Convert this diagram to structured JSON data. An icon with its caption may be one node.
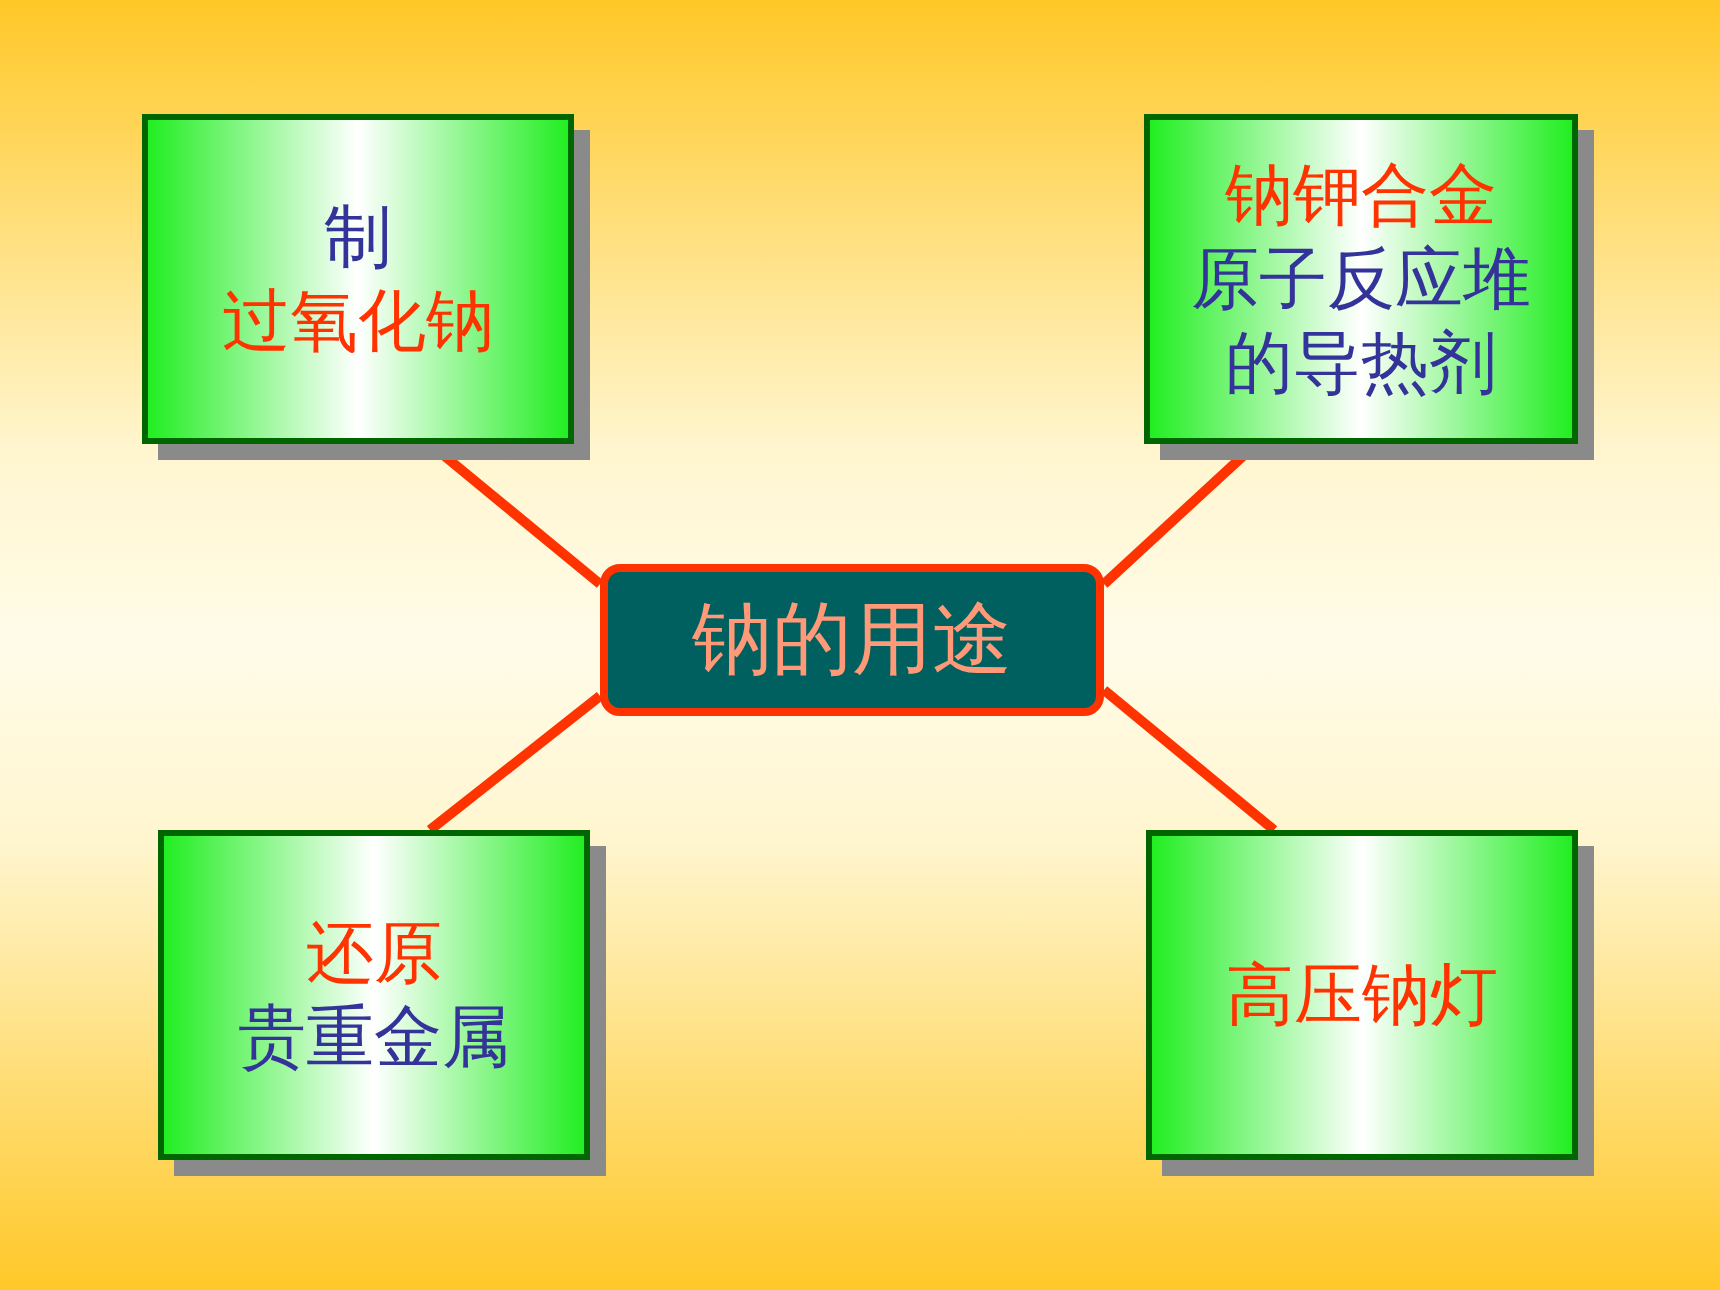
{
  "diagram": {
    "nodes": [
      {
        "text": [
          "制",
          "过氧化钠"
        ]
      },
      {
        "text": [
          "钠钾合金",
          "原子反应堆的导热剂"
        ]
      },
      {
        "text": [
          "钠的用途"
        ]
      },
      {
        "text": [
          "还原",
          "贵重金属"
        ]
      },
      {
        "text": [
          "高压钠灯"
        ]
      }
    ],
    "edges": [
      {
        "from": 2,
        "to": 0,
        "arrow": "none"
      },
      {
        "from": 2,
        "to": 1,
        "arrow": "none"
      },
      {
        "from": 2,
        "to": 3,
        "arrow": "none"
      },
      {
        "from": 2,
        "to": 4,
        "arrow": "none"
      }
    ]
  }
}
